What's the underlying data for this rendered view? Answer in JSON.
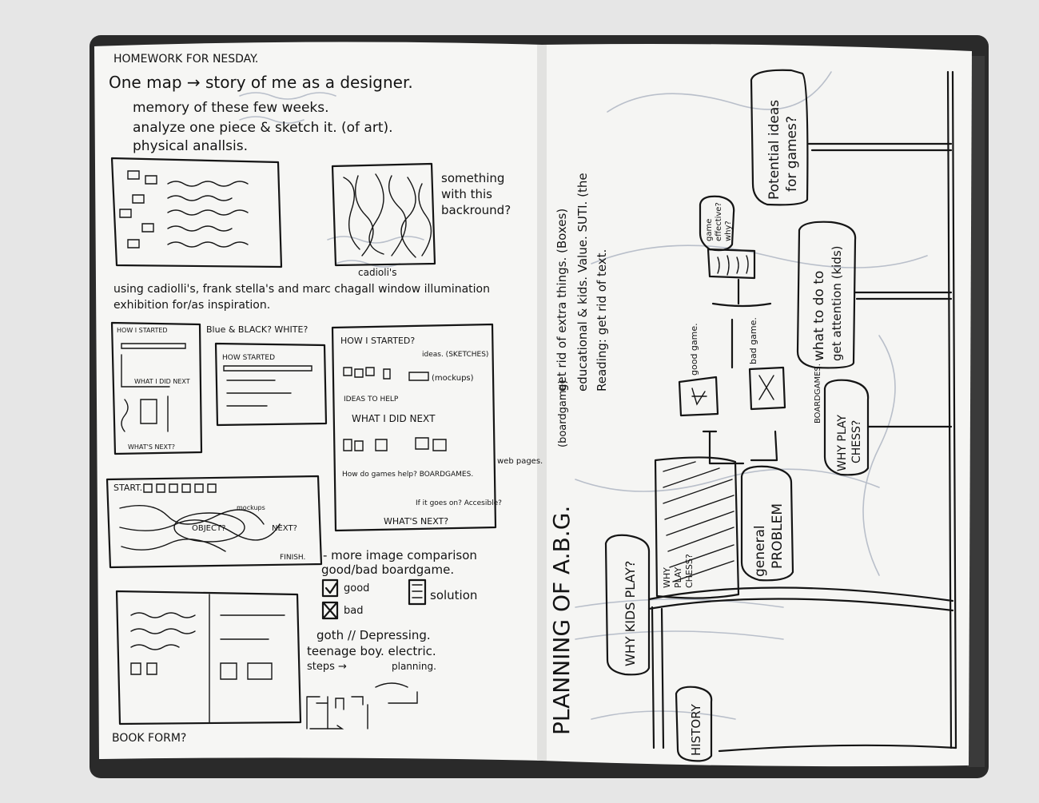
{
  "left_page": {
    "heading": "HOMEWORK FOR NESDAY.",
    "lines": [
      "One map → story of me as a designer.",
      "memory of these few weeks.",
      "analyze one piece & sketch it. (of art).",
      "physical anallsis."
    ],
    "cadioli_caption": "cadioli's",
    "background_note": [
      "something",
      "with this",
      "backround?"
    ],
    "inspiration": [
      "using cadiolli's, frank stella's and marc chagall window illumination",
      "exhibition for/as inspiration."
    ],
    "sketch_a": {
      "how_i_started": "HOW I STARTED",
      "blue_black": "Blue & BLACK? WHITE?",
      "what_i_did_next": "WHAT I DID NEXT",
      "whats_next": "WHAT'S NEXT?"
    },
    "sketch_b": {
      "how_started": "HOW STARTED"
    },
    "sketch_c": {
      "how_i_started": "HOW I STARTED?",
      "ideas": "ideas. (SKETCHES)",
      "mockups": "(mockups)",
      "ideas_to_help": "IDEAS TO HELP",
      "what_i_did_next": "WHAT I DID NEXT",
      "how_do_games_help": "How do games help? BOARDGAMES.",
      "web_pages": "web pages.",
      "if_it_goes_on": "If it goes on? Accesible?",
      "whats_next": "WHAT'S NEXT?"
    },
    "sketch_d": {
      "start": "START.",
      "object": "OBJECT?",
      "next": "NEXT?",
      "finish": "FINISH.",
      "mockups": "mockups"
    },
    "comparison": [
      "- more image comparison",
      "good/bad boardgame."
    ],
    "check_good": "good",
    "check_bad": "bad",
    "solution": "solution",
    "goth": "goth // Depressing.",
    "teenage": "teenage boy. electric.",
    "steps": "steps →",
    "planning": "planning.",
    "book_form": "BOOK FORM?"
  },
  "right_page": {
    "planning_title": "PLANNING OF A.B.G.",
    "boardgame": "(boardgame)",
    "notes": [
      "get rid of extra things. (Boxes)",
      "educational & kids. Value. SUTI. (the",
      "Reading: get rid of text."
    ],
    "potential_ideas": [
      "Potential ideas",
      "for games?"
    ],
    "what_to_do": [
      "what to do to",
      "get attention (kids)"
    ],
    "game_effective": [
      "game",
      "effective?",
      "why?"
    ],
    "why_play_chess": [
      "WHY PLAY",
      "CHESS?"
    ],
    "boardgames": "BOARDGAMES.",
    "good_game": "good game.",
    "bad_game": "bad game.",
    "general_problem": [
      "general",
      "PROBLEM"
    ],
    "why_kids_play": "WHY KIDS PLAY?",
    "why_play_chess_small": [
      "WHY",
      "PLAY",
      "CHESS?"
    ],
    "history": "HISTORY"
  },
  "colors": {
    "background": "#e6e6e6",
    "paper": "#f6f6f4",
    "ink": "#151515",
    "ghost_ink": "#b9bfca",
    "cover_edge": "#2a2a2a"
  }
}
